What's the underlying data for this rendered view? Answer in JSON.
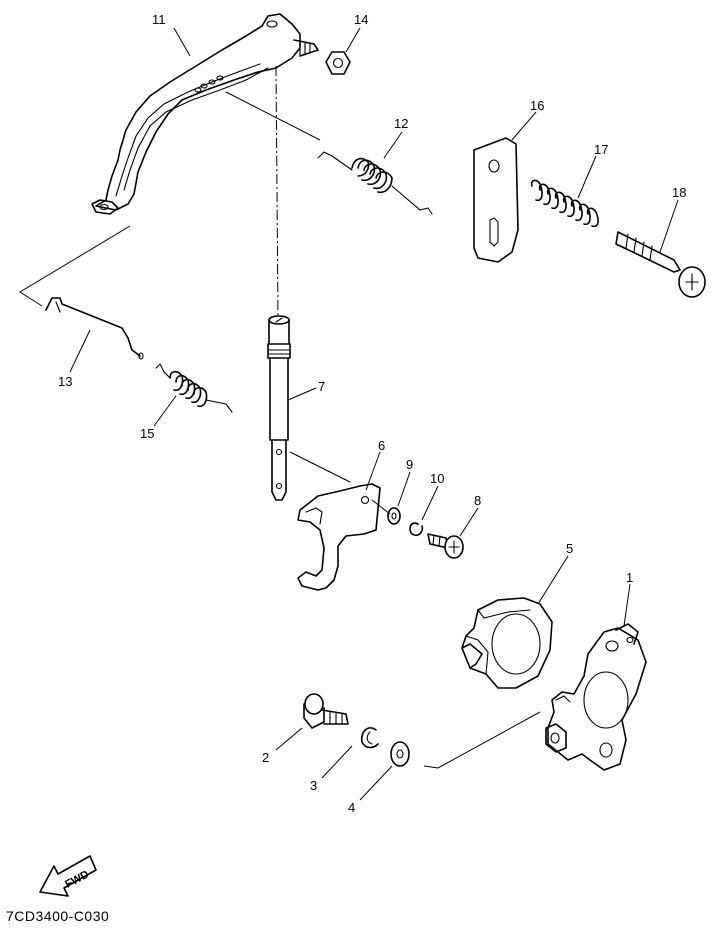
{
  "diagram": {
    "callouts": [
      "1",
      "2",
      "3",
      "4",
      "5",
      "6",
      "7",
      "8",
      "9",
      "10",
      "11",
      "12",
      "13",
      "14",
      "15",
      "16",
      "17",
      "18"
    ],
    "fwd_label": "FWD",
    "reference_code": "7CD3400-C030"
  }
}
